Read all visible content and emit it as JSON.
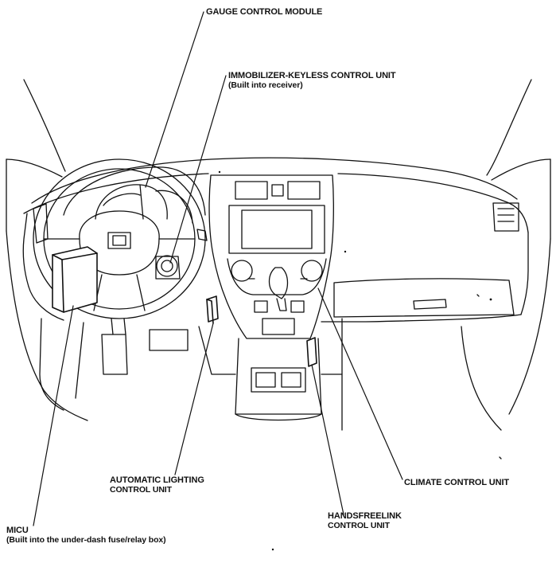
{
  "labels": {
    "gauge_control_module": "GAUGE CONTROL MODULE",
    "immobilizer_title": "IMMOBILIZER-KEYLESS CONTROL UNIT",
    "immobilizer_note": "(Built into receiver)",
    "climate_control_unit": "CLIMATE CONTROL UNIT",
    "automatic_lighting_line1": "AUTOMATIC LIGHTING",
    "automatic_lighting_line2": "CONTROL UNIT",
    "handsfreelink_line1": "HANDSFREELINK",
    "handsfreelink_line2": "CONTROL UNIT",
    "micu_title": "MICU",
    "micu_note": "(Built into the under-dash fuse/relay box)"
  },
  "colors": {
    "line": "#111111",
    "background": "#ffffff"
  }
}
